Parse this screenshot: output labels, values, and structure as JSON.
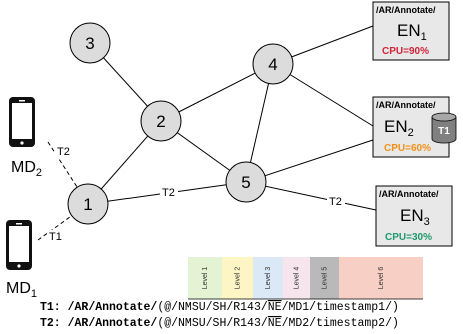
{
  "nodes": [
    {
      "id": "1",
      "label": "1"
    },
    {
      "id": "2",
      "label": "2"
    },
    {
      "id": "3",
      "label": "3"
    },
    {
      "id": "4",
      "label": "4"
    },
    {
      "id": "5",
      "label": "5"
    }
  ],
  "mobile_devices": [
    {
      "id": "md1",
      "label": "MD",
      "sub": "1"
    },
    {
      "id": "md2",
      "label": "MD",
      "sub": "2"
    }
  ],
  "edge_nodes": [
    {
      "id": "en1",
      "prefix": "/AR/Annotate/",
      "label": "EN",
      "sub": "1",
      "cpu": "CPU=90%",
      "cpu_color": "#d0243a"
    },
    {
      "id": "en2",
      "prefix": "/AR/Annotate/",
      "label": "EN",
      "sub": "2",
      "cpu": "CPU=60%",
      "cpu_color": "#f0901a",
      "cache": "T1"
    },
    {
      "id": "en3",
      "prefix": "/AR/Annotate/",
      "label": "EN",
      "sub": "3",
      "cpu": "CPU=30%",
      "cpu_color": "#1e9a6e"
    }
  ],
  "edge_labels": {
    "md2_1": "T2",
    "md1_1": "T1",
    "e1_5": "T2",
    "e5_en3": "T2"
  },
  "levels": [
    {
      "label": "Level 1",
      "color": "#e3f3d3"
    },
    {
      "label": "Level 2",
      "color": "#fdf5c4"
    },
    {
      "label": "Level 3",
      "color": "#dbe8f6"
    },
    {
      "label": "Level 4",
      "color": "#f7e5ee"
    },
    {
      "label": "Level 5",
      "color": "#b9b9b9"
    },
    {
      "label": "Level 6",
      "color": "#f8cfc4"
    }
  ],
  "traces": [
    {
      "id": "T1",
      "prefix": "T1: ",
      "name": "/AR/Annotate/",
      "open": "(@/NMSU/SH/R143/",
      "ne": "NE",
      "rest": "/MD1/timestamp1/)"
    },
    {
      "id": "T2",
      "prefix": "T2: ",
      "name": "/AR/Annotate/",
      "open": "(@/NMSU/SH/R143/",
      "ne": "NE",
      "rest": "/MD2/timestamp2/)"
    }
  ]
}
